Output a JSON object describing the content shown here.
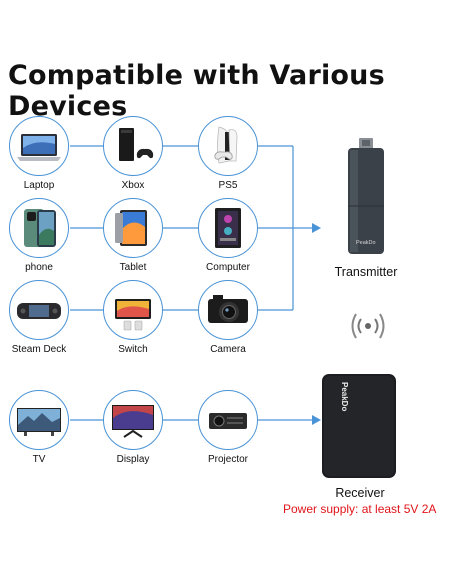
{
  "title": "Compatible with Various Devices",
  "devices": [
    {
      "label": "Laptop",
      "icon": "laptop-icon"
    },
    {
      "label": "Xbox",
      "icon": "xbox-icon"
    },
    {
      "label": "PS5",
      "icon": "ps5-icon"
    },
    {
      "label": "phone",
      "icon": "phone-icon"
    },
    {
      "label": "Tablet",
      "icon": "tablet-icon"
    },
    {
      "label": "Computer",
      "icon": "computer-icon"
    },
    {
      "label": "Steam Deck",
      "icon": "steam-deck-icon"
    },
    {
      "label": "Switch",
      "icon": "switch-icon"
    },
    {
      "label": "Camera",
      "icon": "camera-icon"
    },
    {
      "label": "TV",
      "icon": "tv-icon"
    },
    {
      "label": "Display",
      "icon": "display-icon"
    },
    {
      "label": "Projector",
      "icon": "projector-icon"
    }
  ],
  "transmitter": {
    "label": "Transmitter",
    "brand": "PeakDo"
  },
  "receiver": {
    "label": "Receiver",
    "brand": "PeakDo"
  },
  "power_supply": "Power supply: at least 5V 2A",
  "colors": {
    "line": "#4a93d6",
    "warning": "#e0151b"
  }
}
